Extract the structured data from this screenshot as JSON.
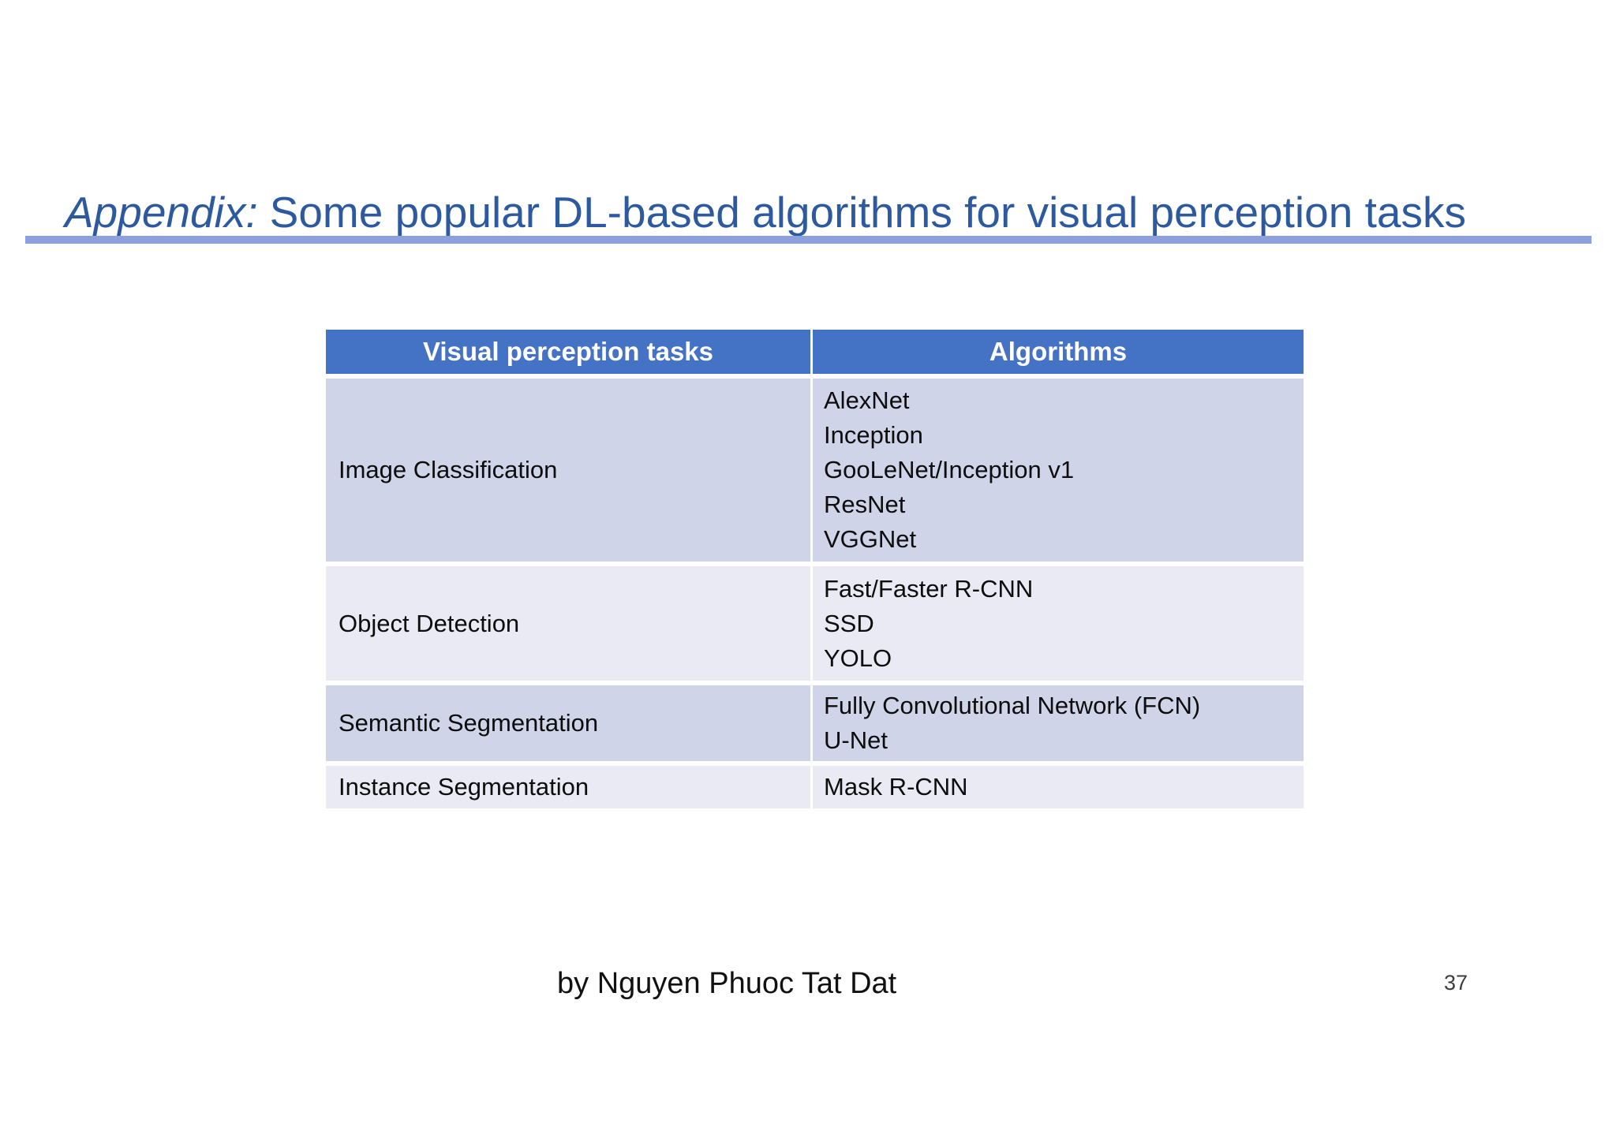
{
  "slide": {
    "title": {
      "prefix": "Appendix:",
      "rest": "Some popular DL-based algorithms for visual perception tasks"
    },
    "table": {
      "headers": [
        "Visual perception tasks",
        "Algorithms"
      ],
      "rows": [
        {
          "task": "Image Classification",
          "algorithms": [
            "AlexNet",
            "Inception",
            "GooLeNet/Inception v1",
            "ResNet",
            "VGGNet"
          ]
        },
        {
          "task": "Object Detection",
          "algorithms": [
            "Fast/Faster R-CNN",
            "SSD",
            "YOLO"
          ]
        },
        {
          "task": "Semantic Segmentation",
          "algorithms": [
            "Fully Convolutional Network (FCN)",
            "U-Net"
          ]
        },
        {
          "task": "Instance Segmentation",
          "algorithms": [
            "Mask R-CNN"
          ]
        }
      ]
    },
    "footer": "by Nguyen Phuoc Tat Dat",
    "page_number": "37",
    "colors": {
      "title_blue": "#2D5A9E",
      "rule_blue": "#8EA0DB",
      "header_blue": "#4472C4",
      "band_dark": "#CFD4E9",
      "band_light": "#E9EAF4"
    }
  }
}
